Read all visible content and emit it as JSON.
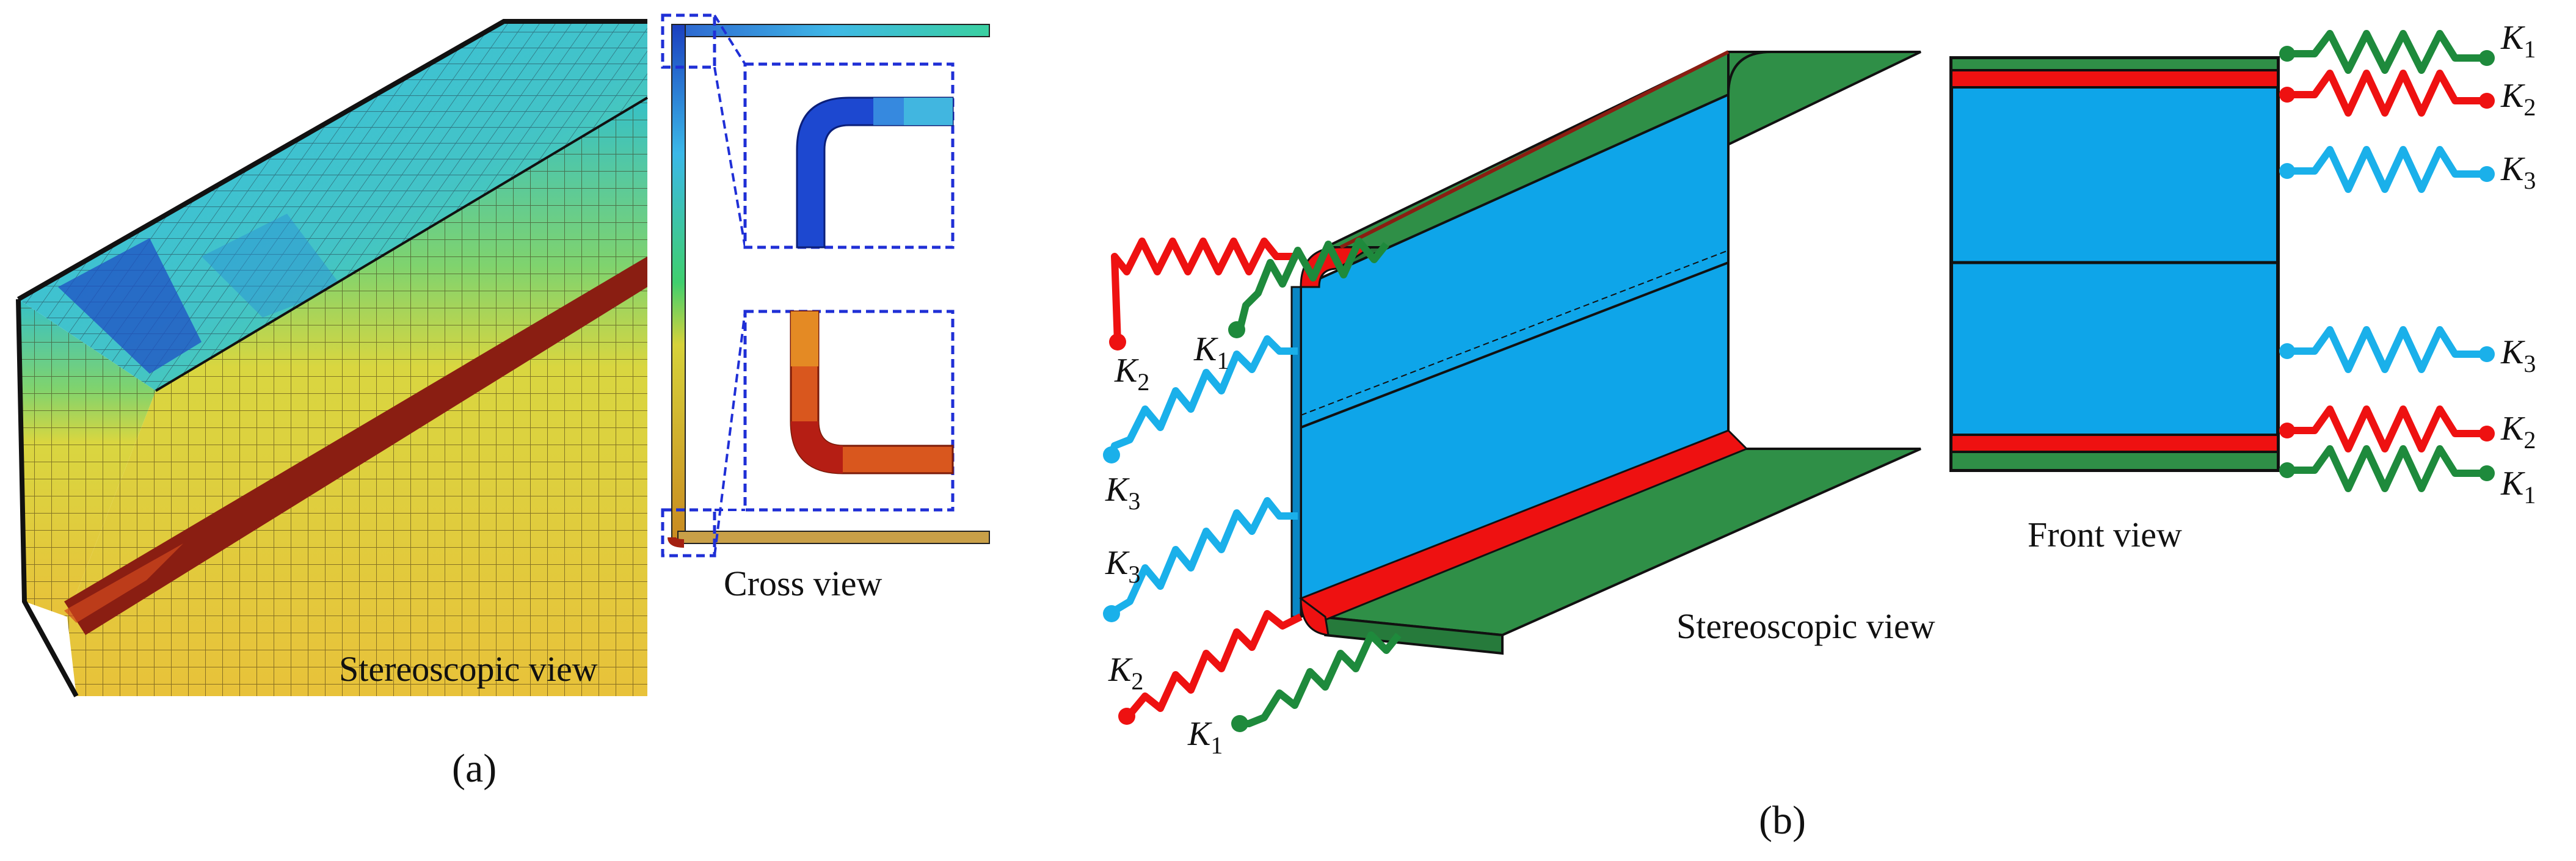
{
  "panel_a": {
    "caption_stereo": "Stereoscopic view",
    "caption_cross": "Cross view",
    "label": "(a)"
  },
  "panel_b": {
    "caption_stereo": "Stereoscopic view",
    "caption_front": "Front view",
    "label": "(b)",
    "spring_labels": {
      "k1": "K",
      "k2": "K",
      "k3": "K",
      "sub1": "1",
      "sub2": "2",
      "sub3": "3"
    }
  },
  "colors": {
    "spring_k1": "#1e8a3c",
    "spring_k2": "#ee1111",
    "spring_k3": "#1ab0ea",
    "flange_green": "#2f8f47",
    "web_blue": "#0ea5e9",
    "corner_red": "#ee1111",
    "callout_box": "#1f2fd6"
  }
}
